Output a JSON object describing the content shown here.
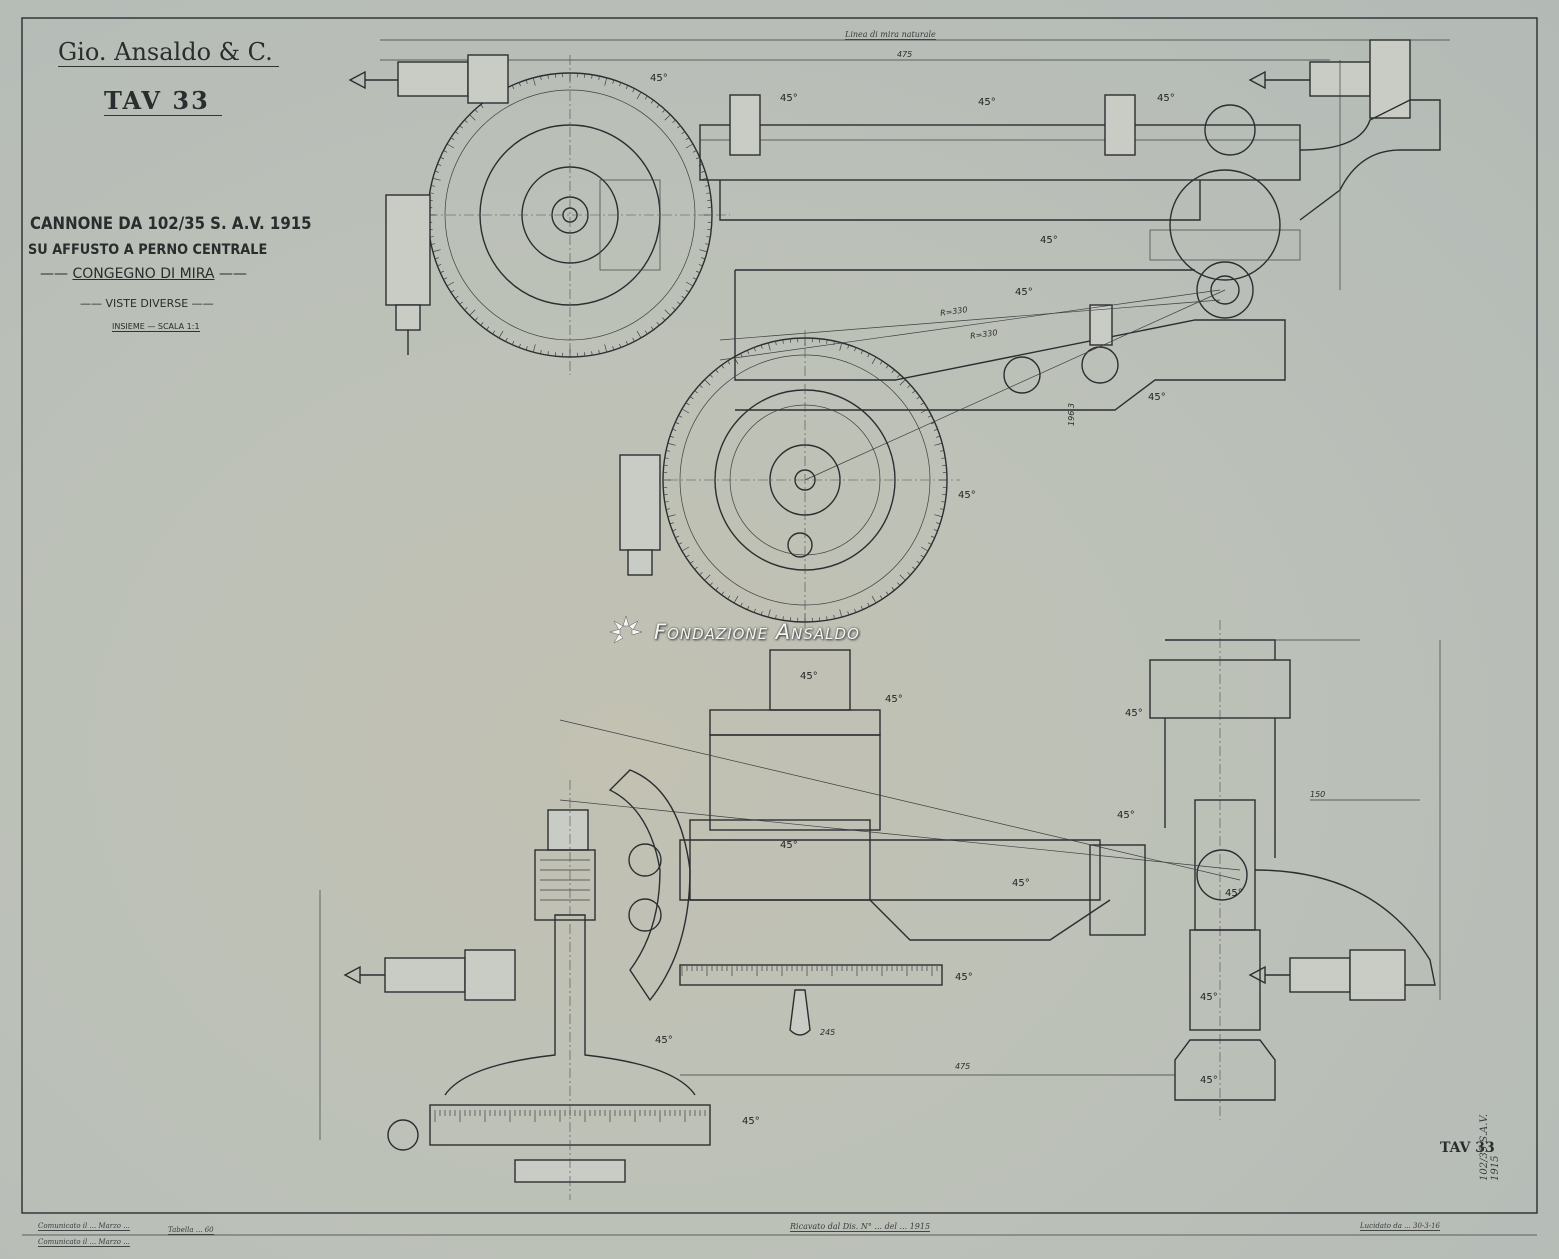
{
  "title_block": {
    "company": "Gio. Ansaldo & C.",
    "sheet": "TAV 33",
    "line1": "CANNONE DA 102/35 S. A.V. 1915",
    "line2": "SU AFFUSTO A PERNO CENTRALE",
    "line3": "CONGEGNO DI MIRA",
    "line4": "VISTE DIVERSE",
    "line5": "INSIEME — SCALA 1:1"
  },
  "sheet_number_bottom": "TAV 33",
  "watermark": "Fondazione Ansaldo",
  "annotations": {
    "sight_line": "Linea di mira naturale",
    "dim_top": "475",
    "dim_bottom": "475",
    "radius_1": "R=330",
    "radius_2": "R=330",
    "dim_245": "245",
    "dim_150": "150",
    "dim_1963": "196,3",
    "bottom_center_note": "Ricavato dal Dis. N° ... del ... 1915",
    "bottom_left_note_1": "Comunicato il ... Marzo ...",
    "bottom_left_note_2": "Comunicato il ... Marzo ...",
    "bottom_left_note_3": "Tabella ... 60",
    "bottom_right_note": "Lucidato da ... 30-3-16",
    "margin_note": "102/35 S.A.V. 1915"
  },
  "angle_labels": [
    "45°",
    "45°",
    "45°",
    "45°",
    "45°",
    "45°",
    "45°",
    "45°",
    "45°",
    "45°",
    "45°",
    "45°",
    "45°",
    "45°",
    "45°",
    "45°",
    "45°",
    "45°",
    "45°",
    "45°"
  ],
  "colors": {
    "paper": "#b7bdb6",
    "ink": "#2b2e30",
    "watermark": "#f4f4f2"
  }
}
